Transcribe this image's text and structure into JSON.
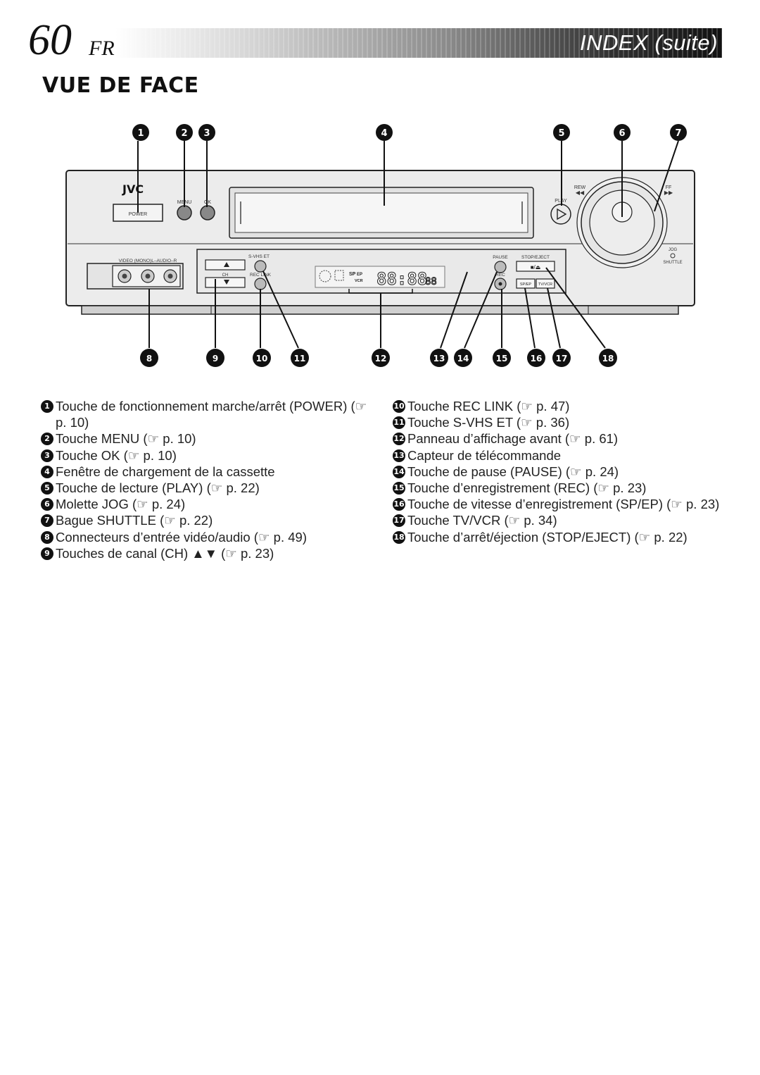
{
  "header": {
    "page_number": "60",
    "language": "FR",
    "section_index": "INDEX (suite)"
  },
  "title": "VUE DE FACE",
  "diagram": {
    "brand": "JVC",
    "labels": {
      "power": "POWER",
      "menu": "MENU",
      "ok": "OK",
      "play": "PLAY",
      "rew": "REW",
      "ff": "FF",
      "video_audio": "VIDEO (MONO)L–AUDIO–R",
      "svhs_et": "S-VHS ET",
      "ch": "CH",
      "rec_link": "REC LINK",
      "pause": "PAUSE",
      "rec": "REC",
      "stop_eject": "STOP/EJECT",
      "sp_ep": "SP/EP",
      "tv_vcr": "TV/VCR",
      "jog": "JOG",
      "shuttle": "SHUTTLE",
      "display_digits": "88:88",
      "display_small": "88",
      "display_sp": "SP",
      "display_ep": "EP",
      "display_vcr": "VCR"
    },
    "top_markers": [
      "1",
      "2",
      "3",
      "4",
      "5",
      "6",
      "7"
    ],
    "bottom_markers": [
      "8",
      "9",
      "10",
      "11",
      "12",
      "13",
      "14",
      "15",
      "16",
      "17",
      "18"
    ]
  },
  "legend_left": [
    {
      "num": "1",
      "text": "Touche de fonctionnement marche/arrêt (POWER) (☞ p. 10)"
    },
    {
      "num": "2",
      "text": "Touche MENU (☞ p. 10)"
    },
    {
      "num": "3",
      "text": "Touche OK (☞ p. 10)"
    },
    {
      "num": "4",
      "text": "Fenêtre de chargement de la cassette"
    },
    {
      "num": "5",
      "text": "Touche de lecture (PLAY) (☞ p. 22)"
    },
    {
      "num": "6",
      "text": "Molette JOG (☞ p. 24)"
    },
    {
      "num": "7",
      "text": "Bague SHUTTLE (☞ p. 22)"
    },
    {
      "num": "8",
      "text": "Connecteurs d’entrée vidéo/audio (☞ p. 49)"
    },
    {
      "num": "9",
      "text": "Touches de canal (CH) ▲▼ (☞ p. 23)"
    }
  ],
  "legend_right": [
    {
      "num": "10",
      "text": "Touche REC LINK (☞ p. 47)"
    },
    {
      "num": "11",
      "text": "Touche S-VHS ET (☞ p. 36)"
    },
    {
      "num": "12",
      "text": "Panneau d’affichage avant (☞ p. 61)"
    },
    {
      "num": "13",
      "text": "Capteur de télécommande"
    },
    {
      "num": "14",
      "text": "Touche de pause (PAUSE) (☞ p. 24)"
    },
    {
      "num": "15",
      "text": "Touche d’enregistrement (REC) (☞ p. 23)"
    },
    {
      "num": "16",
      "text": "Touche de vitesse d’enregistrement (SP/EP) (☞ p. 23)"
    },
    {
      "num": "17",
      "text": "Touche TV/VCR (☞ p. 34)"
    },
    {
      "num": "18",
      "text": "Touche d’arrêt/éjection (STOP/EJECT) (☞ p. 22)"
    }
  ]
}
